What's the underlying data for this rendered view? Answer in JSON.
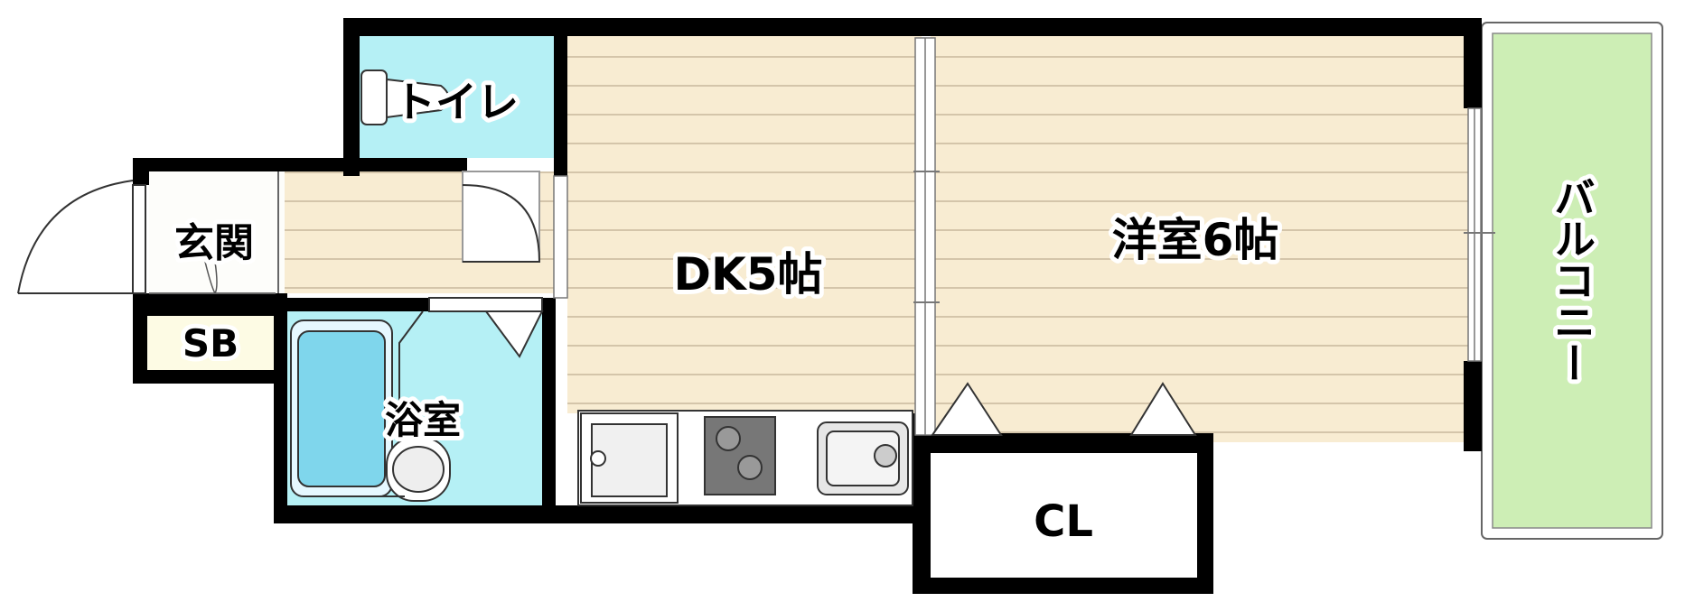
{
  "rooms": {
    "toilet": "トイレ",
    "entrance": "玄関",
    "shoe_box": "SB",
    "bath": "浴室",
    "dk": "DK5帖",
    "western": "洋室6帖",
    "closet": "CL",
    "balcony": "バルコニー"
  },
  "colors": {
    "wall": "#000000",
    "floor_wood": "#f8ecd2",
    "floor_line": "#c8b89c",
    "wet_area": "#b5f0f5",
    "bathtub": "#7fd6ec",
    "balcony": "#cdeeb5",
    "shoe_box": "#fdfbe4"
  }
}
